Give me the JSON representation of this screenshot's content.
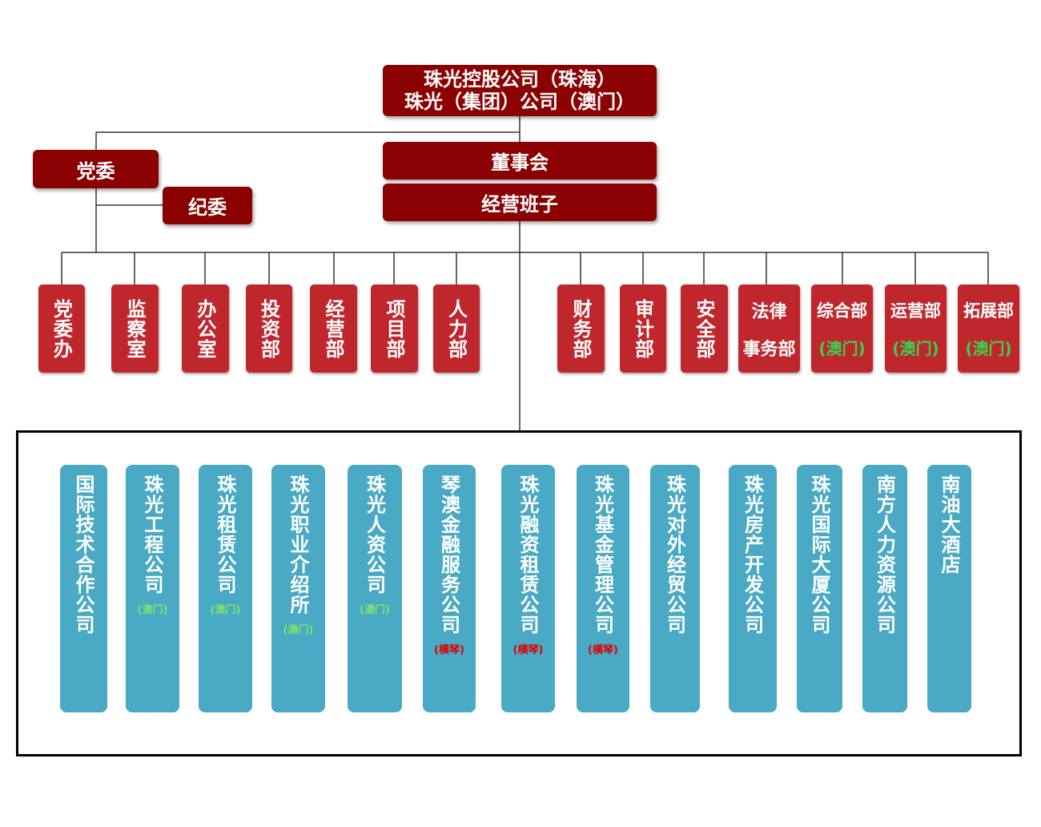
{
  "top": {
    "line1": "珠光控股公司（珠海）",
    "line2": "珠光（集团）公司（澳门）"
  },
  "party_committee": "党委",
  "discipline_committee": "纪委",
  "board": "董事会",
  "management": "经营班子",
  "left_depts": [
    "党委办",
    "监察室",
    "办公室",
    "投资部",
    "经营部",
    "项目部",
    "人力部"
  ],
  "right_depts": [
    "财务部",
    "审计部",
    "安全部"
  ],
  "legal_dept": {
    "line1": "法律",
    "line2": "事务部"
  },
  "macau_depts": [
    {
      "name": "综合部",
      "loc": "(澳门)"
    },
    {
      "name": "运营部",
      "loc": "(澳门)"
    },
    {
      "name": "拓展部",
      "loc": "(澳门)"
    }
  ],
  "subsidiaries": [
    {
      "name": "国际技术合作公司",
      "tag": ""
    },
    {
      "name": "珠光工程公司",
      "tag": "(澳门)"
    },
    {
      "name": "珠光租赁公司",
      "tag": "(澳门)"
    },
    {
      "name": "珠光职业介绍所",
      "tag": "(澳门)"
    },
    {
      "name": "珠光人资公司",
      "tag": "(澳门)"
    },
    {
      "name": "琴澳金融服务公司",
      "tag": "(横琴)"
    },
    {
      "name": "珠光融资租赁公司",
      "tag": "(横琴)"
    },
    {
      "name": "珠光基金管理公司",
      "tag": "(横琴)"
    },
    {
      "name": "珠光对外经贸公司",
      "tag": ""
    },
    {
      "name": "珠光房产开发公司",
      "tag": ""
    },
    {
      "name": "珠光国际大厦公司",
      "tag": ""
    },
    {
      "name": "南方人力资源公司",
      "tag": ""
    },
    {
      "name": "南油大酒店",
      "tag": ""
    }
  ],
  "colors": {
    "dark_red": "#8b0000",
    "dept_red": "#c0272d",
    "teal": "#4aa9c4",
    "macau_green": "#39d24a",
    "hengqin_red": "#e00000"
  }
}
